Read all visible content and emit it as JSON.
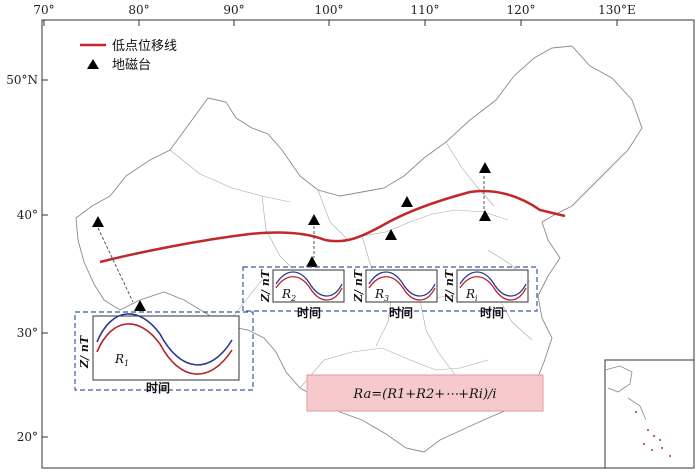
{
  "axes": {
    "lon_labels": [
      "70°",
      "80°",
      "90°",
      "100°",
      "110°",
      "120°",
      "130°E"
    ],
    "lat_labels": [
      "50°N",
      "40°",
      "30°",
      "20°"
    ]
  },
  "legend": {
    "line_label": "低点位移线",
    "station_label": "地磁台",
    "line_color": "#c0282b",
    "station_color": "#000000"
  },
  "insets": {
    "large": {
      "ylabel": "Z/ nT",
      "rlabel": "R",
      "rsub": "1",
      "xlabel": "时间"
    },
    "small": [
      {
        "ylabel": "Z/ nT",
        "rlabel": "R",
        "rsub": "2",
        "xlabel": "时间"
      },
      {
        "ylabel": "Z/ nT",
        "rlabel": "R",
        "rsub": "3",
        "xlabel": "时间"
      },
      {
        "ylabel": "Z/ nT",
        "rlabel": "R",
        "rsub": "i",
        "xlabel": "时间"
      }
    ]
  },
  "formula": {
    "text": "Ra=(R1+R2+⋯+Ri)/i",
    "fill": "#f6c9cc"
  },
  "colors": {
    "blue_curve": "#2b3a8f",
    "red_curve": "#b5232a",
    "dash_box": "#3a5aa8",
    "border": "#8a8a8a"
  }
}
